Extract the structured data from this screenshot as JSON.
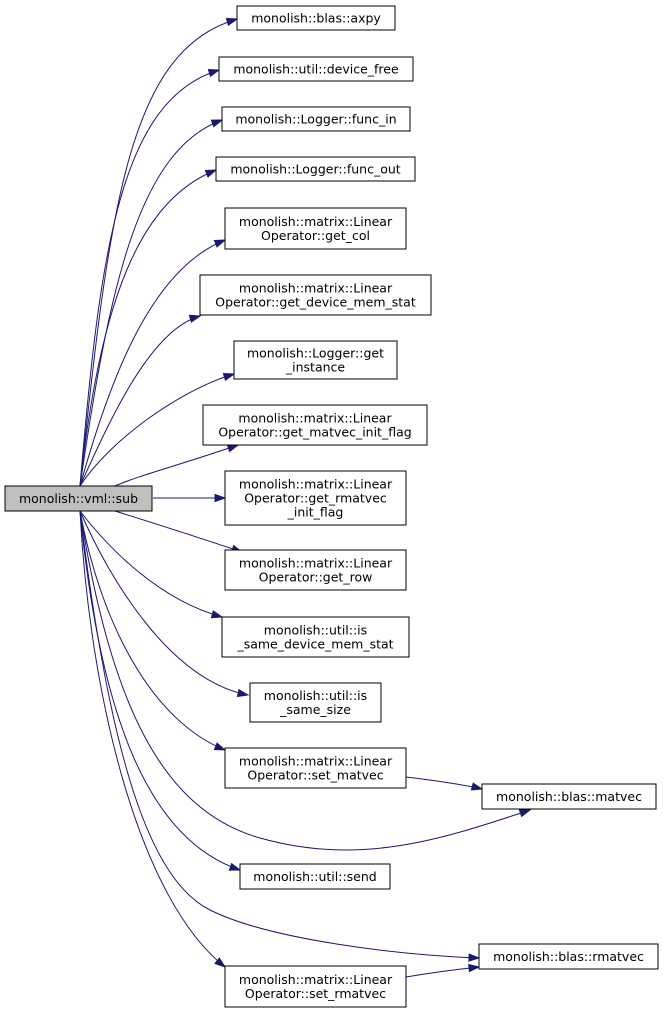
{
  "root": {
    "label": "monolish::vml::sub"
  },
  "nodes": [
    {
      "id": "axpy",
      "lines": [
        "monolish::blas::axpy"
      ]
    },
    {
      "id": "device_free",
      "lines": [
        "monolish::util::device_free"
      ]
    },
    {
      "id": "func_in",
      "lines": [
        "monolish::Logger::func_in"
      ]
    },
    {
      "id": "func_out",
      "lines": [
        "monolish::Logger::func_out"
      ]
    },
    {
      "id": "get_col",
      "lines": [
        "monolish::matrix::Linear",
        "Operator::get_col"
      ]
    },
    {
      "id": "get_device_mem_stat",
      "lines": [
        "monolish::matrix::Linear",
        "Operator::get_device_mem_stat"
      ]
    },
    {
      "id": "get_instance",
      "lines": [
        "monolish::Logger::get",
        "_instance"
      ]
    },
    {
      "id": "get_matvec_init_flag",
      "lines": [
        "monolish::matrix::Linear",
        "Operator::get_matvec_init_flag"
      ]
    },
    {
      "id": "get_rmatvec_init_flag",
      "lines": [
        "monolish::matrix::Linear",
        "Operator::get_rmatvec",
        "_init_flag"
      ]
    },
    {
      "id": "get_row",
      "lines": [
        "monolish::matrix::Linear",
        "Operator::get_row"
      ]
    },
    {
      "id": "is_same_device_mem_stat",
      "lines": [
        "monolish::util::is",
        "_same_device_mem_stat"
      ]
    },
    {
      "id": "is_same_size",
      "lines": [
        "monolish::util::is",
        "_same_size"
      ]
    },
    {
      "id": "set_matvec",
      "lines": [
        "monolish::matrix::Linear",
        "Operator::set_matvec"
      ]
    },
    {
      "id": "matvec",
      "lines": [
        "monolish::blas::matvec"
      ]
    },
    {
      "id": "send",
      "lines": [
        "monolish::util::send"
      ]
    },
    {
      "id": "rmatvec",
      "lines": [
        "monolish::blas::rmatvec"
      ]
    },
    {
      "id": "set_rmatvec",
      "lines": [
        "monolish::matrix::Linear",
        "Operator::set_rmatvec"
      ]
    }
  ],
  "edges": [
    [
      "root",
      "axpy"
    ],
    [
      "root",
      "device_free"
    ],
    [
      "root",
      "func_in"
    ],
    [
      "root",
      "func_out"
    ],
    [
      "root",
      "get_col"
    ],
    [
      "root",
      "get_device_mem_stat"
    ],
    [
      "root",
      "get_instance"
    ],
    [
      "root",
      "get_matvec_init_flag"
    ],
    [
      "root",
      "get_rmatvec_init_flag"
    ],
    [
      "root",
      "get_row"
    ],
    [
      "root",
      "is_same_device_mem_stat"
    ],
    [
      "root",
      "is_same_size"
    ],
    [
      "root",
      "set_matvec"
    ],
    [
      "root",
      "matvec"
    ],
    [
      "root",
      "send"
    ],
    [
      "root",
      "rmatvec"
    ],
    [
      "root",
      "set_rmatvec"
    ],
    [
      "set_matvec",
      "matvec"
    ],
    [
      "set_rmatvec",
      "rmatvec"
    ]
  ],
  "colors": {
    "edge": "#191970",
    "root_fill": "#bfbfbf",
    "node_fill": "#ffffff"
  }
}
